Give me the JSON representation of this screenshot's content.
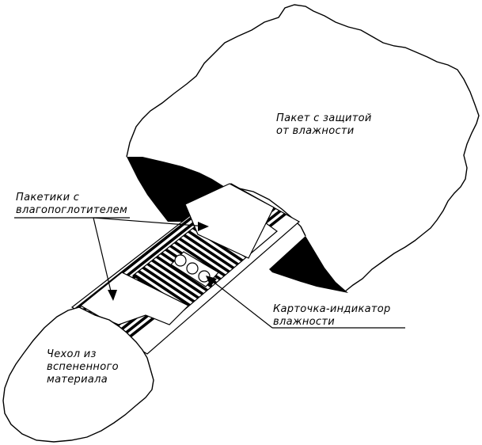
{
  "labels": {
    "package_line1": "Пакет с защитой",
    "package_line2": "от влажности",
    "desiccant_line1": "Пакетики с",
    "desiccant_line2": "влагопоглотителем",
    "card_line1": "Карточка-индикатор",
    "card_line2": "влажности",
    "cover_line1": "Чехол из",
    "cover_line2": "вспененного",
    "cover_line3": "материала"
  },
  "colors": {
    "ink": "#000000",
    "paper": "#ffffff"
  }
}
